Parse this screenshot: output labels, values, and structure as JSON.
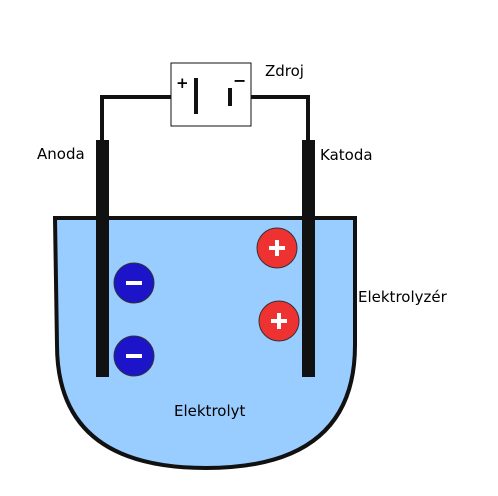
{
  "labels": {
    "source": "Zdroj",
    "anode": "Anoda",
    "cathode": "Katoda",
    "electrolyzer": "Elektrolyzér",
    "electrolyte": "Elektrolyt"
  },
  "battery": {
    "plus_sign": "+",
    "minus_sign": "−"
  },
  "ions": {
    "anions": {
      "count": 2,
      "sign": "−",
      "color": "#1c14c8"
    },
    "cations": {
      "count": 2,
      "sign": "+",
      "color": "#ee3232"
    }
  },
  "colors": {
    "electrolyte": "#99ccff",
    "electrode": "#111111",
    "wire": "#111111",
    "vessel_outline": "#111111"
  }
}
